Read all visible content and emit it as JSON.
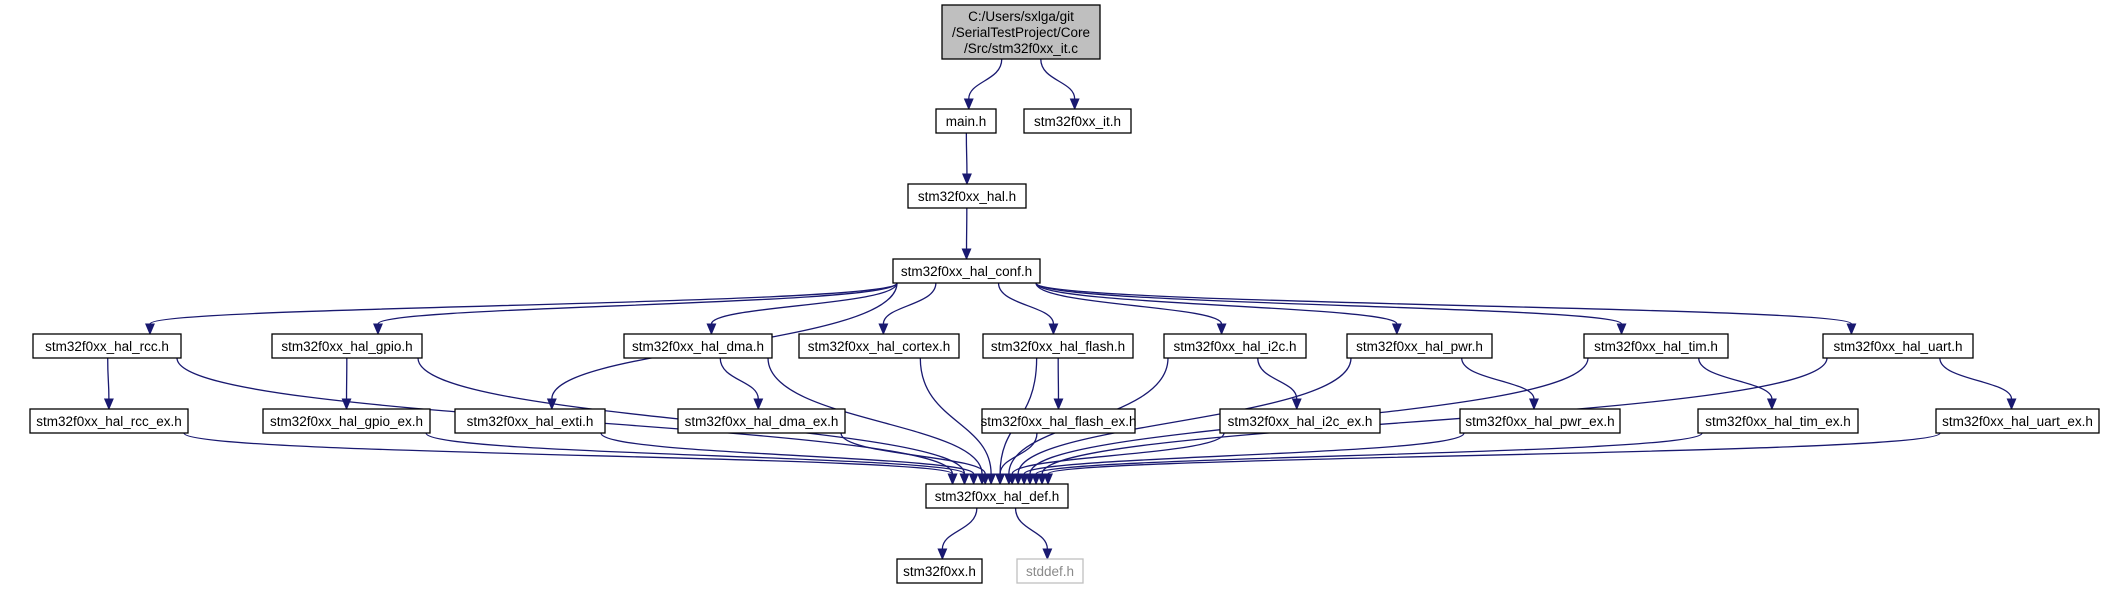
{
  "graph": {
    "nodes": [
      {
        "id": "root",
        "lines": [
          "C:/Users/sxlga/git",
          "/SerialTestProject/Core",
          "/Src/stm32f0xx_it.c"
        ],
        "style": "root"
      },
      {
        "id": "main_h",
        "lines": [
          "main.h"
        ],
        "style": "normal"
      },
      {
        "id": "it_h",
        "lines": [
          "stm32f0xx_it.h"
        ],
        "style": "normal"
      },
      {
        "id": "hal_h",
        "lines": [
          "stm32f0xx_hal.h"
        ],
        "style": "normal"
      },
      {
        "id": "conf_h",
        "lines": [
          "stm32f0xx_hal_conf.h"
        ],
        "style": "normal"
      },
      {
        "id": "rcc_h",
        "lines": [
          "stm32f0xx_hal_rcc.h"
        ],
        "style": "normal"
      },
      {
        "id": "gpio_h",
        "lines": [
          "stm32f0xx_hal_gpio.h"
        ],
        "style": "normal"
      },
      {
        "id": "dma_h",
        "lines": [
          "stm32f0xx_hal_dma.h"
        ],
        "style": "normal"
      },
      {
        "id": "cortex_h",
        "lines": [
          "stm32f0xx_hal_cortex.h"
        ],
        "style": "normal"
      },
      {
        "id": "flash_h",
        "lines": [
          "stm32f0xx_hal_flash.h"
        ],
        "style": "normal"
      },
      {
        "id": "i2c_h",
        "lines": [
          "stm32f0xx_hal_i2c.h"
        ],
        "style": "normal"
      },
      {
        "id": "pwr_h",
        "lines": [
          "stm32f0xx_hal_pwr.h"
        ],
        "style": "normal"
      },
      {
        "id": "tim_h",
        "lines": [
          "stm32f0xx_hal_tim.h"
        ],
        "style": "normal"
      },
      {
        "id": "uart_h",
        "lines": [
          "stm32f0xx_hal_uart.h"
        ],
        "style": "normal"
      },
      {
        "id": "rcc_ex_h",
        "lines": [
          "stm32f0xx_hal_rcc_ex.h"
        ],
        "style": "normal"
      },
      {
        "id": "gpio_ex_h",
        "lines": [
          "stm32f0xx_hal_gpio_ex.h"
        ],
        "style": "normal"
      },
      {
        "id": "exti_h",
        "lines": [
          "stm32f0xx_hal_exti.h"
        ],
        "style": "normal"
      },
      {
        "id": "dma_ex_h",
        "lines": [
          "stm32f0xx_hal_dma_ex.h"
        ],
        "style": "normal"
      },
      {
        "id": "flash_ex_h",
        "lines": [
          "stm32f0xx_hal_flash_ex.h"
        ],
        "style": "normal"
      },
      {
        "id": "i2c_ex_h",
        "lines": [
          "stm32f0xx_hal_i2c_ex.h"
        ],
        "style": "normal"
      },
      {
        "id": "pwr_ex_h",
        "lines": [
          "stm32f0xx_hal_pwr_ex.h"
        ],
        "style": "normal"
      },
      {
        "id": "tim_ex_h",
        "lines": [
          "stm32f0xx_hal_tim_ex.h"
        ],
        "style": "normal"
      },
      {
        "id": "uart_ex_h",
        "lines": [
          "stm32f0xx_hal_uart_ex.h"
        ],
        "style": "normal"
      },
      {
        "id": "def_h",
        "lines": [
          "stm32f0xx_hal_def.h"
        ],
        "style": "normal"
      },
      {
        "id": "f0xx_h",
        "lines": [
          "stm32f0xx.h"
        ],
        "style": "normal"
      },
      {
        "id": "stddef_h",
        "lines": [
          "stddef.h"
        ],
        "style": "external"
      }
    ],
    "edges": [
      {
        "from": "root",
        "to": "main_h"
      },
      {
        "from": "root",
        "to": "it_h"
      },
      {
        "from": "main_h",
        "to": "hal_h"
      },
      {
        "from": "hal_h",
        "to": "conf_h"
      },
      {
        "from": "conf_h",
        "to": "rcc_h"
      },
      {
        "from": "conf_h",
        "to": "gpio_h"
      },
      {
        "from": "conf_h",
        "to": "exti_h"
      },
      {
        "from": "conf_h",
        "to": "dma_h"
      },
      {
        "from": "conf_h",
        "to": "cortex_h"
      },
      {
        "from": "conf_h",
        "to": "flash_h"
      },
      {
        "from": "conf_h",
        "to": "i2c_h"
      },
      {
        "from": "conf_h",
        "to": "pwr_h"
      },
      {
        "from": "conf_h",
        "to": "tim_h"
      },
      {
        "from": "conf_h",
        "to": "uart_h"
      },
      {
        "from": "rcc_h",
        "to": "rcc_ex_h"
      },
      {
        "from": "rcc_h",
        "to": "def_h"
      },
      {
        "from": "gpio_h",
        "to": "gpio_ex_h"
      },
      {
        "from": "gpio_h",
        "to": "def_h"
      },
      {
        "from": "dma_h",
        "to": "dma_ex_h"
      },
      {
        "from": "dma_h",
        "to": "def_h"
      },
      {
        "from": "cortex_h",
        "to": "def_h"
      },
      {
        "from": "flash_h",
        "to": "flash_ex_h"
      },
      {
        "from": "flash_h",
        "to": "def_h"
      },
      {
        "from": "i2c_h",
        "to": "i2c_ex_h"
      },
      {
        "from": "i2c_h",
        "to": "def_h"
      },
      {
        "from": "pwr_h",
        "to": "pwr_ex_h"
      },
      {
        "from": "pwr_h",
        "to": "def_h"
      },
      {
        "from": "tim_h",
        "to": "tim_ex_h"
      },
      {
        "from": "tim_h",
        "to": "def_h"
      },
      {
        "from": "uart_h",
        "to": "uart_ex_h"
      },
      {
        "from": "uart_h",
        "to": "def_h"
      },
      {
        "from": "rcc_ex_h",
        "to": "def_h"
      },
      {
        "from": "gpio_ex_h",
        "to": "def_h"
      },
      {
        "from": "exti_h",
        "to": "def_h"
      },
      {
        "from": "dma_ex_h",
        "to": "def_h"
      },
      {
        "from": "flash_ex_h",
        "to": "def_h"
      },
      {
        "from": "i2c_ex_h",
        "to": "def_h"
      },
      {
        "from": "pwr_ex_h",
        "to": "def_h"
      },
      {
        "from": "tim_ex_h",
        "to": "def_h"
      },
      {
        "from": "uart_ex_h",
        "to": "def_h"
      },
      {
        "from": "def_h",
        "to": "f0xx_h"
      },
      {
        "from": "def_h",
        "to": "stddef_h"
      }
    ],
    "colors": {
      "edge": "#191970",
      "root_fill": "#bfbfbf",
      "node_border": "#000000",
      "external_border": "#bfbfbf",
      "external_text": "#8a8a8a"
    }
  }
}
